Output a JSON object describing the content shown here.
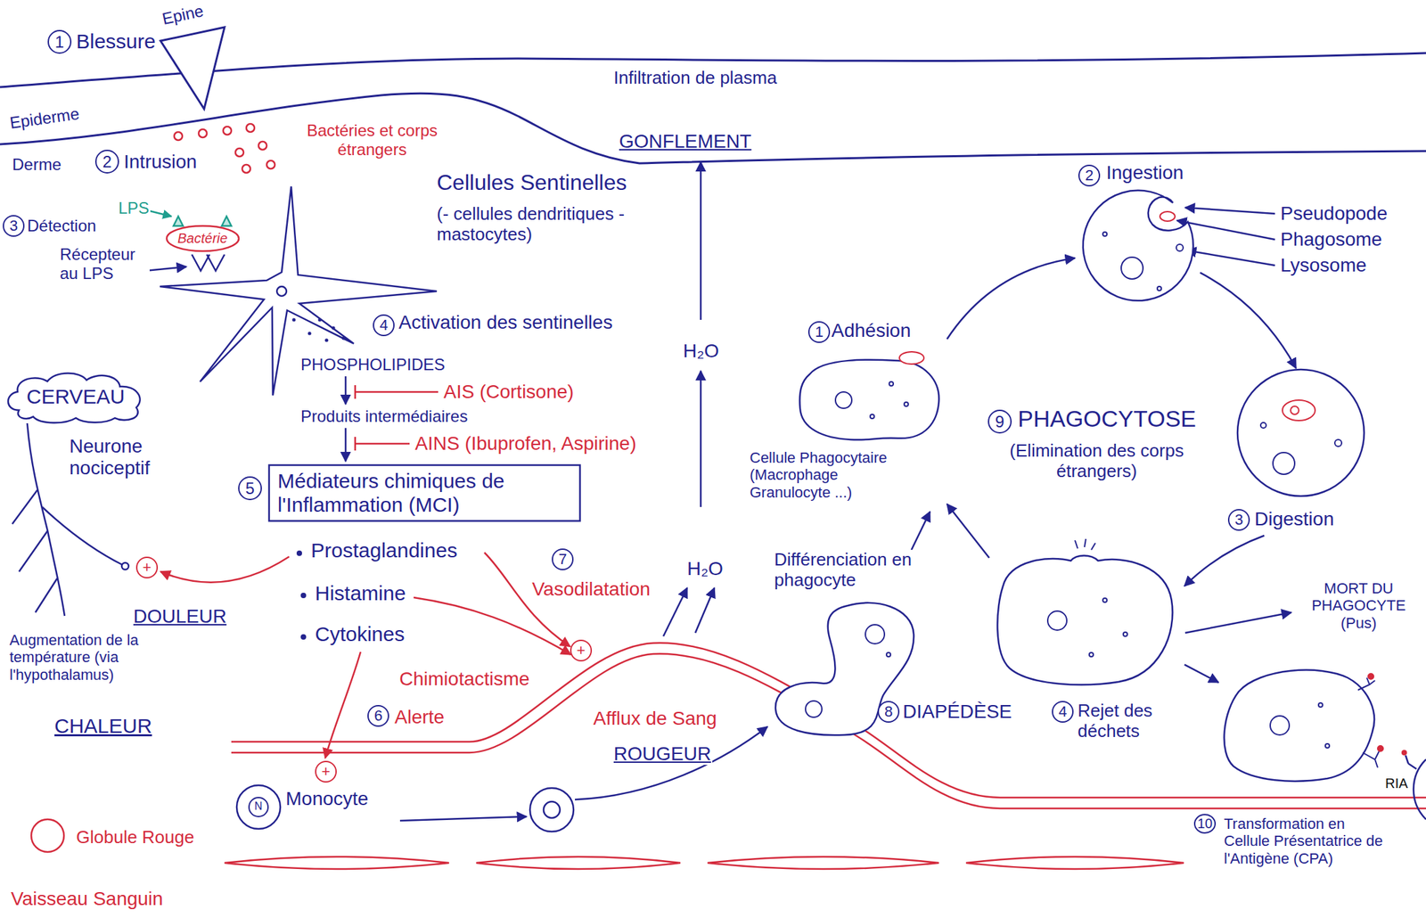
{
  "diagram": {
    "nodes": [
      {
        "text": [
          "Bactérie"
        ]
      },
      {
        "text": [
          "CERVEAU"
        ]
      },
      {
        "text": [
          "Médiateurs chimiques de l'Inflammation (MCI)"
        ]
      },
      {
        "text": [
          "Monocyte"
        ]
      },
      {
        "text": [
          "Différenciation en phagocyte"
        ]
      },
      {
        "text": [
          "Adhésion",
          "Cellule Phagocytaire (Macrophage Granulocyte ...)"
        ]
      },
      {
        "text": [
          "Ingestion"
        ]
      },
      {
        "text": [
          "Digestion"
        ]
      },
      {
        "text": [
          "Rejet des déchets"
        ]
      },
      {
        "text": [
          "Transformation en Cellule Présentatrice de l'Antigène (CPA)"
        ]
      }
    ],
    "edges": [
      {
        "from": 4,
        "to": 5,
        "arrow": "to"
      },
      {
        "from": 5,
        "to": 6,
        "arrow": "to"
      },
      {
        "from": 6,
        "to": 7,
        "arrow": "to"
      },
      {
        "from": 7,
        "to": 8,
        "arrow": "to"
      },
      {
        "from": 8,
        "to": 5,
        "arrow": "to"
      },
      {
        "from": 8,
        "to": 9,
        "arrow": "to"
      }
    ],
    "labels": [
      "1",
      "Blessure",
      "Epine",
      "Epiderme",
      "Derme",
      "Bactéries et corps étrangers",
      "2",
      "Intrusion",
      "Infiltration de plasma",
      "GONFLEMENT",
      "Cellules Sentinelles",
      "(- cellules dendritiques - mastocytes)",
      "3",
      "Détection",
      "LPS",
      "Récepteur au LPS",
      "4",
      "Activation des sentinelles",
      "PHOSPHOLIPIDES",
      "AIS (Cortisone)",
      "Produits intermédiaires",
      "AINS (Ibuprofen, Aspirine)",
      "5",
      "Prostaglandines",
      "Histamine",
      "Cytokines",
      "Neurone nociceptif",
      "+",
      "DOULEUR",
      "Augmentation de la température (via l'hypothalamus)",
      "CHALEUR",
      "H₂O",
      "7",
      "Vasodilatation",
      "H₂O",
      "+",
      "6",
      "Chimiotactisme",
      "Alerte",
      "Afflux de Sang",
      "ROUGEUR",
      "+",
      "N",
      "8",
      "DIAPÉDÈSE",
      "1",
      "2",
      "Pseudopode",
      "Phagosome",
      "Lysosome",
      "9",
      "PHAGOCYTOSE",
      "(Elimination des corps étrangers)",
      "3",
      "MORT DU PHAGOCYTE (Pus)",
      "4",
      "10",
      "RIA",
      "Globule Rouge",
      "Vaisseau Sanguin"
    ]
  }
}
